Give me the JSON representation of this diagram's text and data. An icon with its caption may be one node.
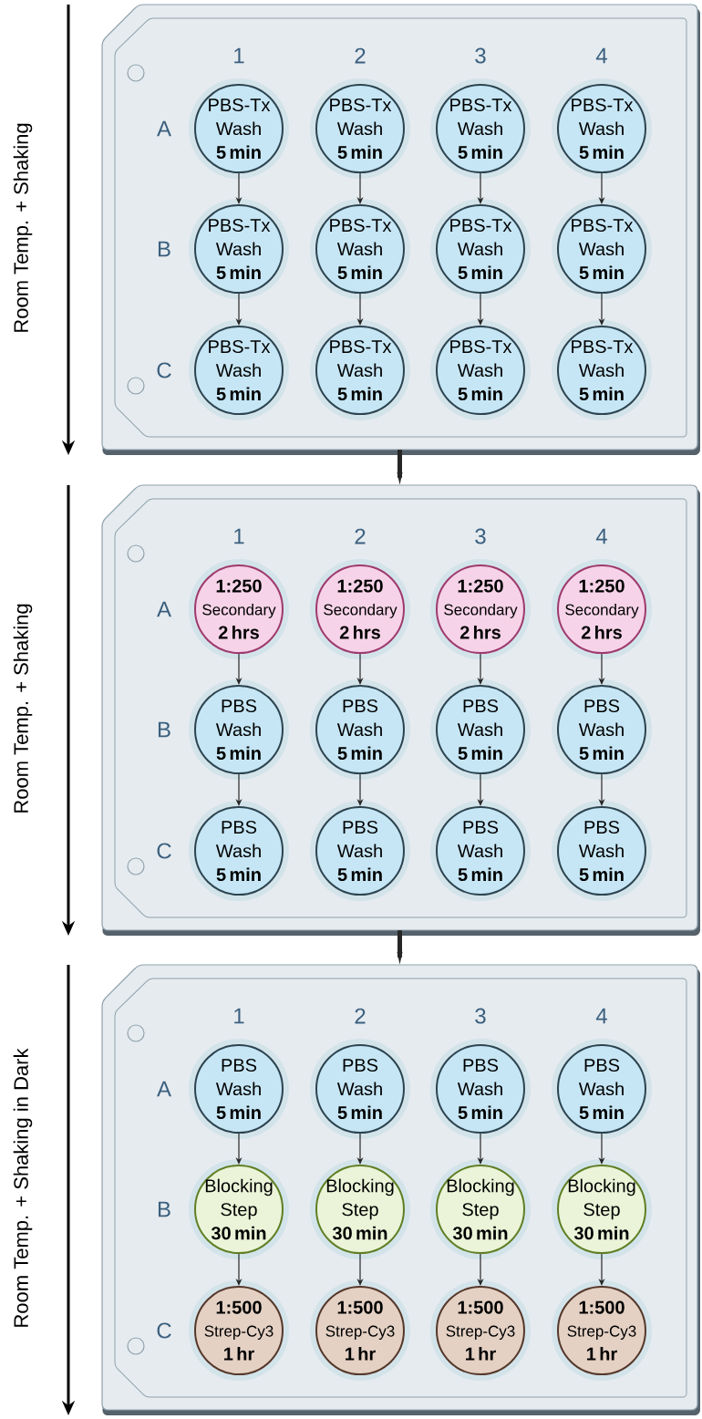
{
  "diagram": {
    "nodes": [
      {
        "text": [],
        "shape": "box"
      },
      {
        "text": [
          "PBS-Tx Wash",
          "5 min"
        ],
        "in": 0
      },
      {
        "text": [
          "PBS-Tx Wash",
          "5 min"
        ],
        "in": 0
      },
      {
        "text": [
          "PBS-Tx Wash",
          "5 min"
        ],
        "in": 0
      },
      {
        "text": [
          "PBS-Tx Wash",
          "5 min"
        ],
        "in": 0
      },
      {
        "text": [
          "PBS-Tx Wash",
          "5 min"
        ],
        "in": 0
      },
      {
        "text": [
          "PBS-Tx Wash",
          "5 min"
        ],
        "in": 0
      },
      {
        "text": [
          "PBS-Tx Wash",
          "5 min"
        ],
        "in": 0
      },
      {
        "text": [
          "PBS-Tx Wash",
          "5 min"
        ],
        "in": 0
      },
      {
        "text": [
          "PBS-Tx Wash",
          "5 min"
        ],
        "in": 0
      },
      {
        "text": [
          "PBS-Tx Wash",
          "5 min"
        ],
        "in": 0
      },
      {
        "text": [
          "PBS-Tx Wash",
          "5 min"
        ],
        "in": 0
      },
      {
        "text": [
          "PBS-Tx Wash",
          "5 min"
        ],
        "in": 0
      },
      {
        "text": [],
        "shape": "box"
      },
      {
        "text": [
          "1:250",
          "Secondary",
          "2 hrs"
        ],
        "in": 13
      },
      {
        "text": [
          "1:250",
          "Secondary",
          "2 hrs"
        ],
        "in": 13
      },
      {
        "text": [
          "1:250",
          "Secondary",
          "2 hrs"
        ],
        "in": 13
      },
      {
        "text": [
          "1:250",
          "Secondary",
          "2 hrs"
        ],
        "in": 13
      },
      {
        "text": [
          "PBS Wash",
          "5 min"
        ],
        "in": 13
      },
      {
        "text": [
          "PBS Wash",
          "5 min"
        ],
        "in": 13
      },
      {
        "text": [
          "PBS Wash",
          "5 min"
        ],
        "in": 13
      },
      {
        "text": [
          "PBS Wash",
          "5 min"
        ],
        "in": 13
      },
      {
        "text": [
          "PBS Wash",
          "5 min"
        ],
        "in": 13
      },
      {
        "text": [
          "PBS Wash",
          "5 min"
        ],
        "in": 13
      },
      {
        "text": [
          "PBS Wash",
          "5 min"
        ],
        "in": 13
      },
      {
        "text": [
          "PBS Wash",
          "5 min"
        ],
        "in": 13
      },
      {
        "text": [],
        "shape": "box"
      },
      {
        "text": [
          "PBS Wash",
          "5 min"
        ],
        "in": 26
      },
      {
        "text": [
          "PBS Wash",
          "5 min"
        ],
        "in": 26
      },
      {
        "text": [
          "PBS Wash",
          "5 min"
        ],
        "in": 26
      },
      {
        "text": [
          "PBS Wash",
          "5 min"
        ],
        "in": 26
      },
      {
        "text": [
          "Blocking Step",
          "30 min"
        ],
        "in": 26
      },
      {
        "text": [
          "Blocking Step",
          "30 min"
        ],
        "in": 26
      },
      {
        "text": [
          "Blocking Step",
          "30 min"
        ],
        "in": 26
      },
      {
        "text": [
          "Blocking Step",
          "30 min"
        ],
        "in": 26
      },
      {
        "text": [
          "1:500",
          "Strep-Cy3",
          "1 hr"
        ],
        "in": 26
      },
      {
        "text": [
          "1:500",
          "Strep-Cy3",
          "1 hr"
        ],
        "in": 26
      },
      {
        "text": [
          "1:500",
          "Strep-Cy3",
          "1 hr"
        ],
        "in": 26
      },
      {
        "text": [
          "1:500",
          "Strep-Cy3",
          "1 hr"
        ],
        "in": 26
      }
    ],
    "edges": [
      {
        "from": 1,
        "to": 5,
        "arrow": "to"
      },
      {
        "from": 2,
        "to": 6,
        "arrow": "to"
      },
      {
        "from": 3,
        "to": 7,
        "arrow": "to"
      },
      {
        "from": 4,
        "to": 8,
        "arrow": "to"
      },
      {
        "from": 5,
        "to": 9,
        "arrow": "to"
      },
      {
        "from": 6,
        "to": 10,
        "arrow": "to"
      },
      {
        "from": 7,
        "to": 11,
        "arrow": "to"
      },
      {
        "from": 8,
        "to": 12,
        "arrow": "to"
      },
      {
        "from": 0,
        "to": 13,
        "arrow": "to",
        "style": "thick"
      },
      {
        "from": 14,
        "to": 18,
        "arrow": "to"
      },
      {
        "from": 15,
        "to": 19,
        "arrow": "to"
      },
      {
        "from": 16,
        "to": 20,
        "arrow": "to"
      },
      {
        "from": 17,
        "to": 21,
        "arrow": "to"
      },
      {
        "from": 18,
        "to": 22,
        "arrow": "to"
      },
      {
        "from": 19,
        "to": 23,
        "arrow": "to"
      },
      {
        "from": 20,
        "to": 24,
        "arrow": "to"
      },
      {
        "from": 21,
        "to": 25,
        "arrow": "to"
      },
      {
        "from": 13,
        "to": 26,
        "arrow": "to",
        "style": "thick"
      },
      {
        "from": 27,
        "to": 31,
        "arrow": "to"
      },
      {
        "from": 28,
        "to": 32,
        "arrow": "to"
      },
      {
        "from": 29,
        "to": 33,
        "arrow": "to"
      },
      {
        "from": 30,
        "to": 34,
        "arrow": "to"
      },
      {
        "from": 31,
        "to": 35,
        "arrow": "to"
      },
      {
        "from": 32,
        "to": 36,
        "arrow": "to"
      },
      {
        "from": 33,
        "to": 37,
        "arrow": "to"
      },
      {
        "from": 34,
        "to": 38,
        "arrow": "to"
      }
    ],
    "labels": [
      "Room Temp. + Shaking",
      "1",
      "2",
      "3",
      "4",
      "A",
      "B",
      "C",
      "Room Temp. + Shaking",
      "1",
      "2",
      "3",
      "4",
      "A",
      "B",
      "C",
      "Room Temp. + Shaking in Dark",
      "1",
      "2",
      "3",
      "4",
      "A",
      "B",
      "C"
    ]
  }
}
